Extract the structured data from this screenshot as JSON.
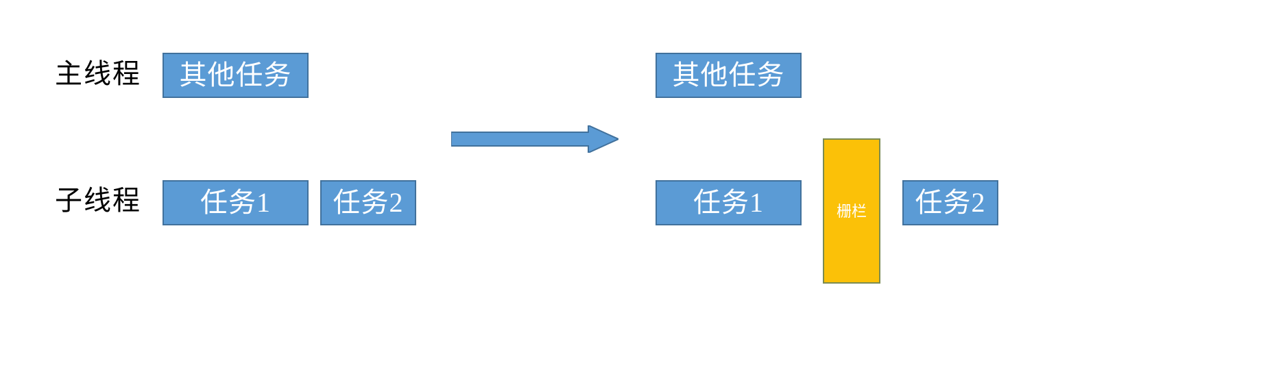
{
  "diagram": {
    "title_visible": false,
    "background_color": "#FFFFFF",
    "colors": {
      "task_fill": "#5B9BD5",
      "task_border": "#41719C",
      "barrier_fill": "#FBC108",
      "barrier_border": "#7B8B52",
      "arrow_fill": "#5B9BD5",
      "arrow_border": "#41719C",
      "label_text": "#000000",
      "box_text": "#FFFFFF"
    },
    "left_panel": {
      "rows": [
        {
          "label": "主线程",
          "boxes": [
            {
              "text": "其他任务",
              "kind": "task"
            }
          ]
        },
        {
          "label": "子线程",
          "boxes": [
            {
              "text": "任务1",
              "kind": "task"
            },
            {
              "text": "任务2",
              "kind": "task"
            }
          ]
        }
      ]
    },
    "arrow": {
      "name": "right-arrow",
      "direction": "right"
    },
    "right_panel": {
      "rows": [
        {
          "label": "",
          "boxes": [
            {
              "text": "其他任务",
              "kind": "task"
            }
          ]
        },
        {
          "label": "",
          "boxes": [
            {
              "text": "任务1",
              "kind": "task"
            },
            {
              "text": "栅栏",
              "kind": "barrier"
            },
            {
              "text": "任务2",
              "kind": "task"
            }
          ]
        }
      ]
    }
  }
}
